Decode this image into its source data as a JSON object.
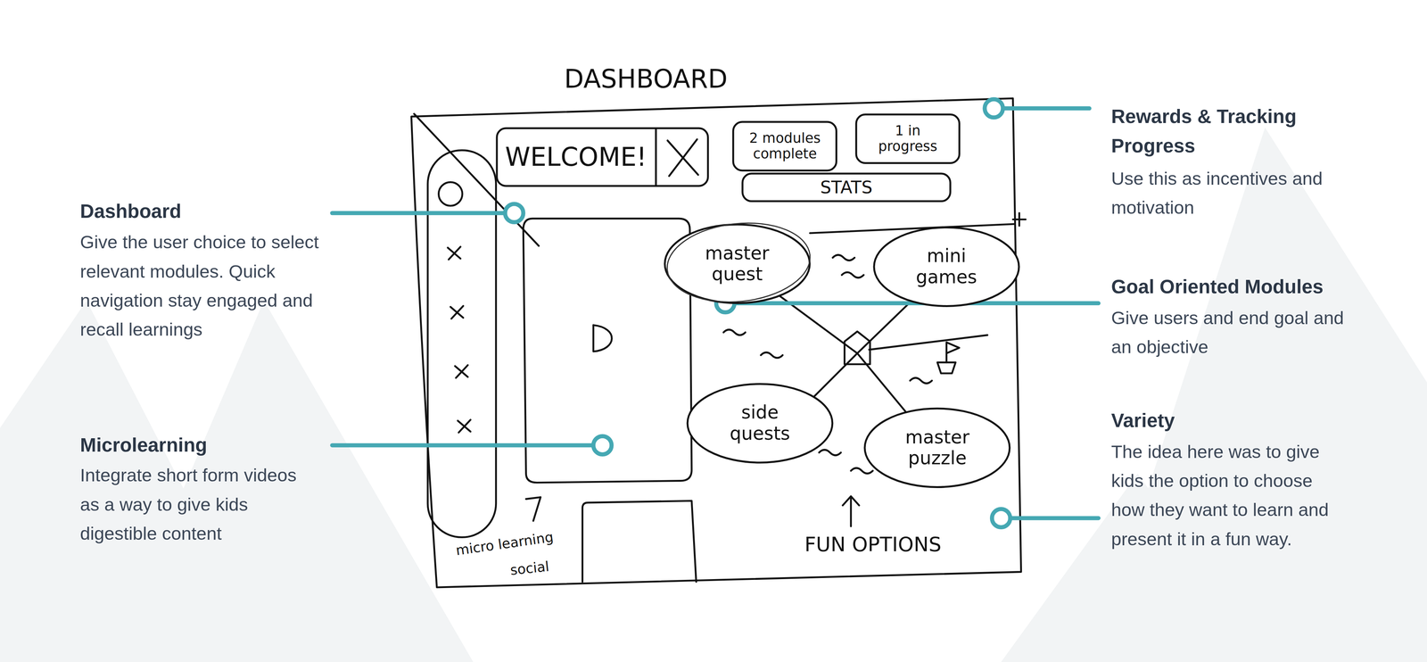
{
  "diagram": {
    "nodes": [
      {
        "text": [
          "WELCOME!"
        ]
      },
      {
        "text": [
          "2 modules complete"
        ]
      },
      {
        "text": [
          "1 in progress"
        ]
      },
      {
        "text": [
          "STATS"
        ]
      },
      {
        "text": [
          "master quest"
        ]
      },
      {
        "text": [
          "mini games"
        ]
      },
      {
        "text": [
          "side quests"
        ]
      },
      {
        "text": [
          "master puzzle"
        ]
      }
    ],
    "labels": [
      "DASHBOARD",
      "Dashboard",
      "Give the user choice to select relevant modules. Quick navigation stay engaged and recall learnings",
      "Microlearning",
      "Integrate short form videos as a way to give kids digestible content",
      "micro learning",
      "social",
      "FUN OPTIONS",
      "Rewards & Tracking Progress",
      "Use this as incentives and motivation",
      "Goal Oriented Modules",
      "Give users and end goal and an objective",
      "Variety",
      "The idea here was to give kids the option to choose how they want to learn and present it in a fun way."
    ]
  }
}
